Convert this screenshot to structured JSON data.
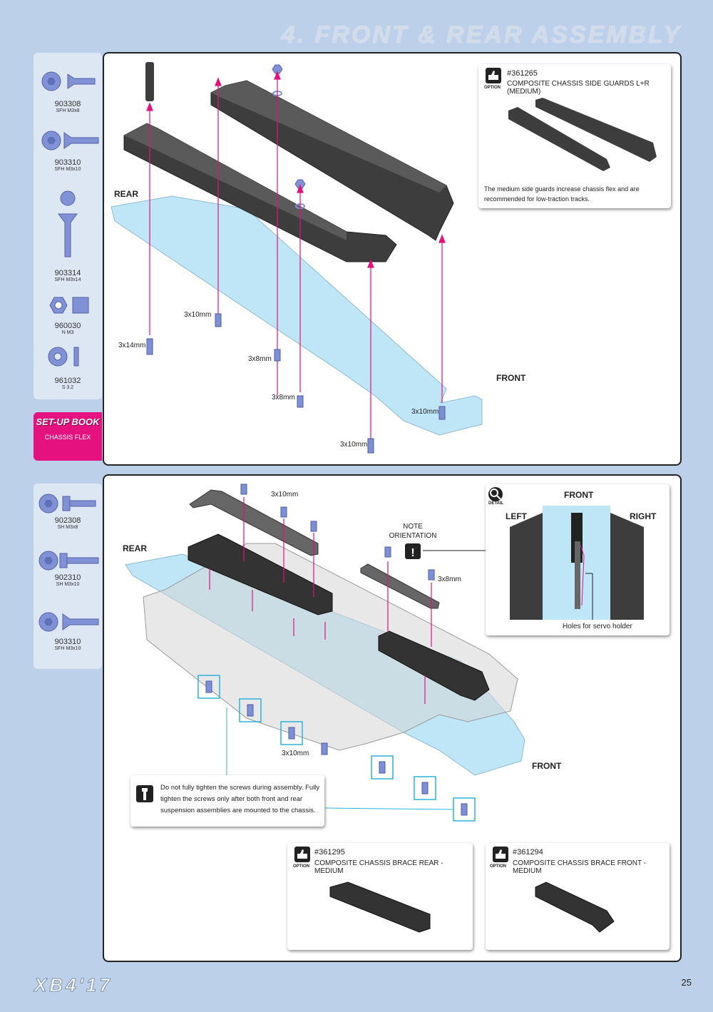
{
  "page_title": "4. FRONT & REAR ASSEMBLY",
  "page_number": "25",
  "footer_logo": "XB4'17",
  "top_parts": [
    {
      "number": "903308",
      "desc": "SFH M3x8"
    },
    {
      "number": "903310",
      "desc": "SFH M3x10"
    },
    {
      "number": "903314",
      "desc": "SFH M3x14"
    },
    {
      "number": "960030",
      "desc": "N M3"
    },
    {
      "number": "961032",
      "desc": "S 3.2"
    }
  ],
  "setup_book": {
    "title": "SET-UP BOOK",
    "subtitle": "CHASSIS FLEX"
  },
  "top_diagram": {
    "rear": "REAR",
    "front": "FRONT",
    "labels": [
      "3x10mm",
      "3x14mm",
      "3x8mm",
      "3x8mm",
      "3x10mm",
      "3x10mm"
    ]
  },
  "top_option": {
    "badge": "OPTION",
    "code": "#361265",
    "title": "COMPOSITE CHASSIS SIDE GUARDS L+R (MEDIUM)",
    "note": "The medium side guards increase chassis flex and are recommended for low-traction tracks."
  },
  "bottom_parts": [
    {
      "number": "902308",
      "desc": "SH M3x8"
    },
    {
      "number": "902310",
      "desc": "SH M3x10"
    },
    {
      "number": "903310",
      "desc": "SFH M3x10"
    }
  ],
  "bottom_diagram": {
    "rear": "REAR",
    "front": "FRONT",
    "label_3x10_top": "3x10mm",
    "label_3x8": "3x8mm",
    "label_3x10_bottom": "3x10mm",
    "note_orientation": "NOTE ORIENTATION"
  },
  "detail_box": {
    "badge": "DETAIL",
    "front": "FRONT",
    "left": "LEFT",
    "right": "RIGHT",
    "caption": "Holes for servo holder"
  },
  "tip_box": {
    "text": "Do not fully tighten the screws during assembly. Fully tighten the screws only after both front and rear suspension assemblies are mounted to the chassis."
  },
  "bottom_options": [
    {
      "badge": "OPTION",
      "code": "#361295",
      "title": "COMPOSITE CHASSIS BRACE REAR - MEDIUM"
    },
    {
      "badge": "OPTION",
      "code": "#361294",
      "title": "COMPOSITE CHASSIS BRACE FRONT - MEDIUM"
    }
  ],
  "colors": {
    "background": "#bcd0ea",
    "accent": "#e4117e",
    "plate": "#bfe6f7",
    "part": "#3d3d3d",
    "screw": "#7f8fd6"
  }
}
